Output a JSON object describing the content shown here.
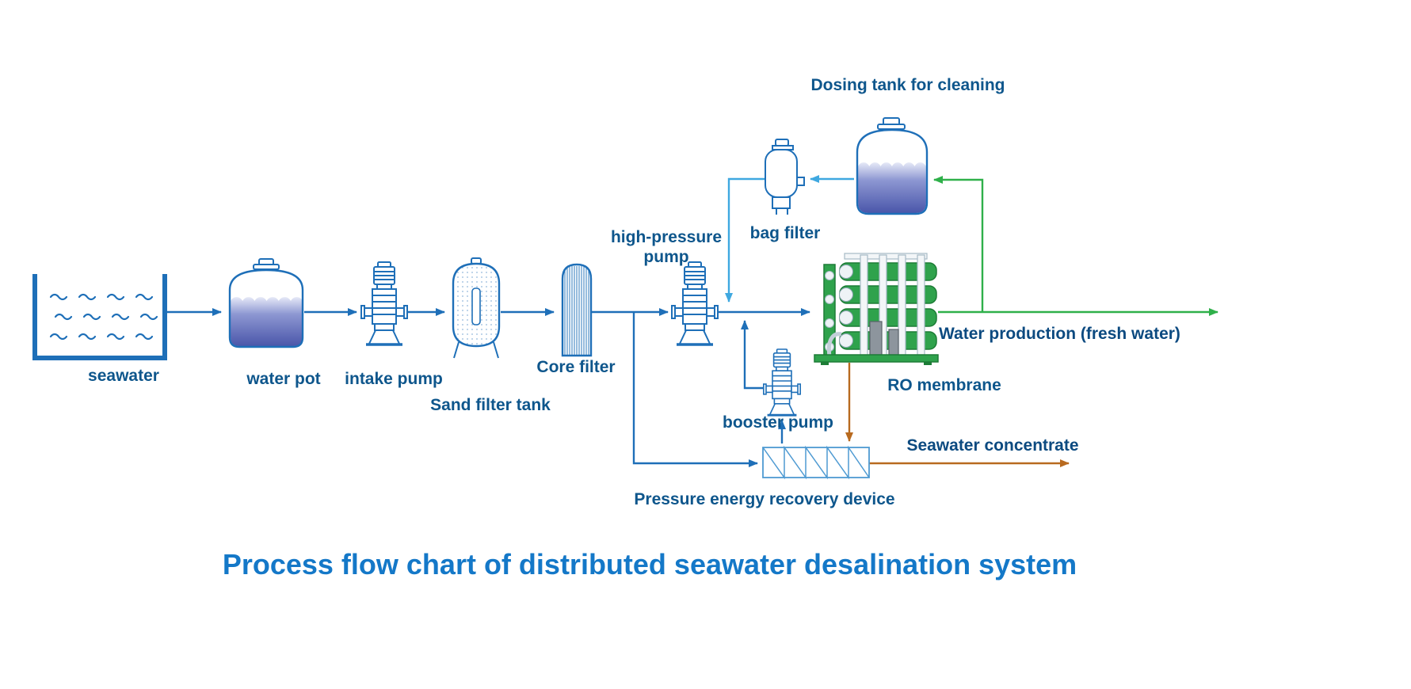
{
  "diagram": {
    "title": "Process flow chart of distributed seawater desalination system",
    "nodes": {
      "seawater": {
        "label": "seawater"
      },
      "water_pot": {
        "label": "water pot"
      },
      "intake_pump": {
        "label": "intake pump"
      },
      "sand_filter_tank": {
        "label": "Sand filter tank"
      },
      "core_filter": {
        "label": "Core filter"
      },
      "high_pressure_pump": {
        "label": "high-pressure pump"
      },
      "bag_filter": {
        "label": "bag filter"
      },
      "dosing_tank": {
        "label": "Dosing tank for cleaning"
      },
      "ro_membrane": {
        "label": "RO membrane"
      },
      "booster_pump": {
        "label": "booster pump"
      },
      "pressure_energy_recovery_device": {
        "label": "Pressure energy recovery device"
      }
    },
    "streams": {
      "water_production": {
        "label": "Water production (fresh water)"
      },
      "seawater_concentrate": {
        "label": "Seawater concentrate"
      }
    },
    "colors": {
      "flow_blue": "#1e6fb8",
      "light_blue": "#3fa8e0",
      "green": "#2fb04a",
      "orange": "#b86a1f",
      "device_blue": "#4e9ad2",
      "label_blue": "#0e568c",
      "stream_label": "#0c4a80",
      "title_blue": "#1478c8",
      "water_fill_top": "#e6e9f7",
      "water_fill_deep": "#4a56aa",
      "ro_green": "#2fa24c",
      "ro_green_dark": "#1d7c36",
      "pipe_gray": "#a7bac6"
    }
  }
}
